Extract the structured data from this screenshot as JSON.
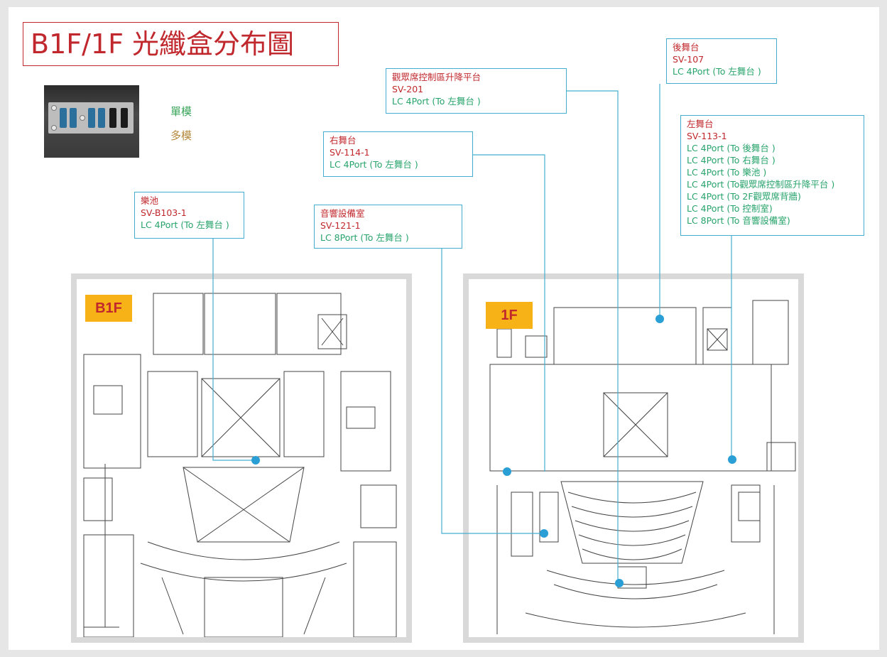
{
  "title": "B1F/1F 光纖盒分布圖",
  "legend": {
    "single_mode": "單模",
    "multi_mode": "多模"
  },
  "floors": {
    "b1f_label": "B1F",
    "f1_label": "1F"
  },
  "callouts": {
    "orchestra_pit": {
      "name": "樂池",
      "id": "SV-B103-1",
      "ports": [
        "LC 4Port (To 左舞台 )"
      ]
    },
    "audience_control": {
      "name": "觀眾席控制區升降平台",
      "id": "SV-201",
      "ports": [
        "LC 4Port (To 左舞台 )"
      ]
    },
    "right_stage": {
      "name": "右舞台",
      "id": "SV-114-1",
      "ports": [
        "LC 4Port (To 左舞台 )"
      ]
    },
    "audio_room": {
      "name": "音響設備室",
      "id": "SV-121-1",
      "ports": [
        "LC 8Port (To 左舞台 )"
      ]
    },
    "back_stage": {
      "name": "後舞台",
      "id": "SV-107",
      "ports": [
        "LC 4Port (To 左舞台 )"
      ]
    },
    "left_stage": {
      "name": "左舞台",
      "id": "SV-113-1",
      "ports": [
        "LC 4Port (To 後舞台 )",
        "LC 4Port (To 右舞台 )",
        "LC 4Port (To 樂池 )",
        "LC 4Port (To觀眾席控制區升降平台 )",
        "LC 4Port (To 2F觀眾席背牆)",
        "LC 4Port (To 控制室)",
        "LC 8Port (To 音響設備室)"
      ]
    }
  },
  "colors": {
    "title_red": "#c0282d",
    "leader_line": "#45aed0",
    "marker_dot": "#2a9fd6",
    "badge": "#f7b217",
    "single_mode": "#3aa55a",
    "multi_mode": "#b5893b",
    "port_green": "#27a36b"
  }
}
